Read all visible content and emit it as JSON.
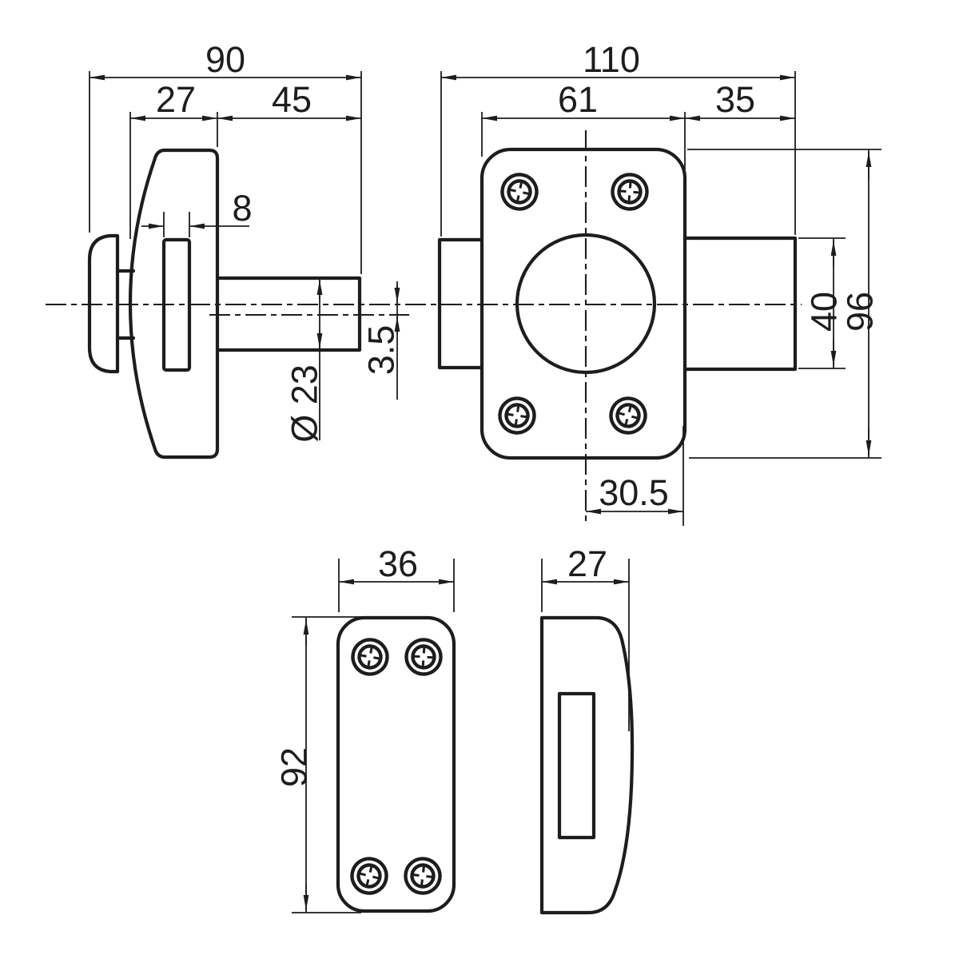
{
  "colors": {
    "line": "#1d1d1d",
    "background": "#ffffff"
  },
  "dims": {
    "side": {
      "total_depth": "90",
      "knob_depth": "27",
      "cylinder_length": "45",
      "slot_width": "8",
      "cylinder_diameter": "Ø 23",
      "axis_offset": "3.5"
    },
    "front": {
      "total_width": "110",
      "body_width": "61",
      "cylinder_extension": "35",
      "bolt_height": "40",
      "body_height": "96",
      "center_to_edge": "30.5"
    },
    "strike_front": {
      "width": "36",
      "height": "92"
    },
    "strike_side": {
      "depth": "27"
    }
  }
}
